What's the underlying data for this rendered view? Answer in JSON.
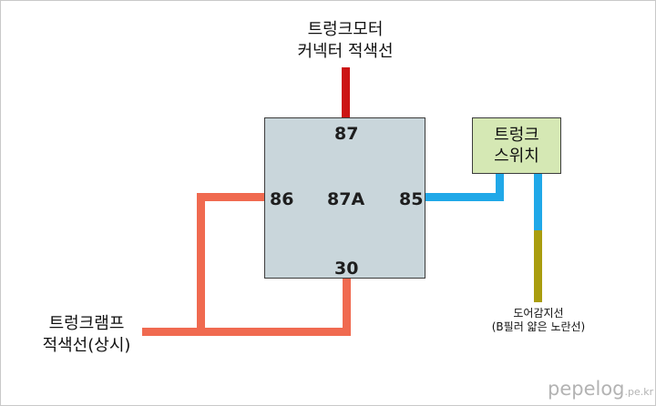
{
  "labels": {
    "motor_line1": "트렁크모터",
    "motor_line2": "커넥터 적색선",
    "lamp_line1": "트렁크램프",
    "lamp_line2": "적색선(상시)",
    "door_line1": "도어감지선",
    "door_line2": "(B필러 얇은 노란선)"
  },
  "relay": {
    "pin_87": "87",
    "pin_86": "86",
    "pin_87a": "87A",
    "pin_85": "85",
    "pin_30": "30"
  },
  "switch": {
    "line1": "트렁크",
    "line2": "스위치"
  },
  "watermark": {
    "main": "pepelog",
    "domain": ".pe.kr"
  },
  "colors": {
    "red_wire": "#cc1414",
    "orange_wire": "#f06a50",
    "blue_wire": "#20a8e8",
    "olive_wire": "#a99d0e",
    "relay_fill": "#c9d6db",
    "switch_fill": "#d5e8b4"
  }
}
